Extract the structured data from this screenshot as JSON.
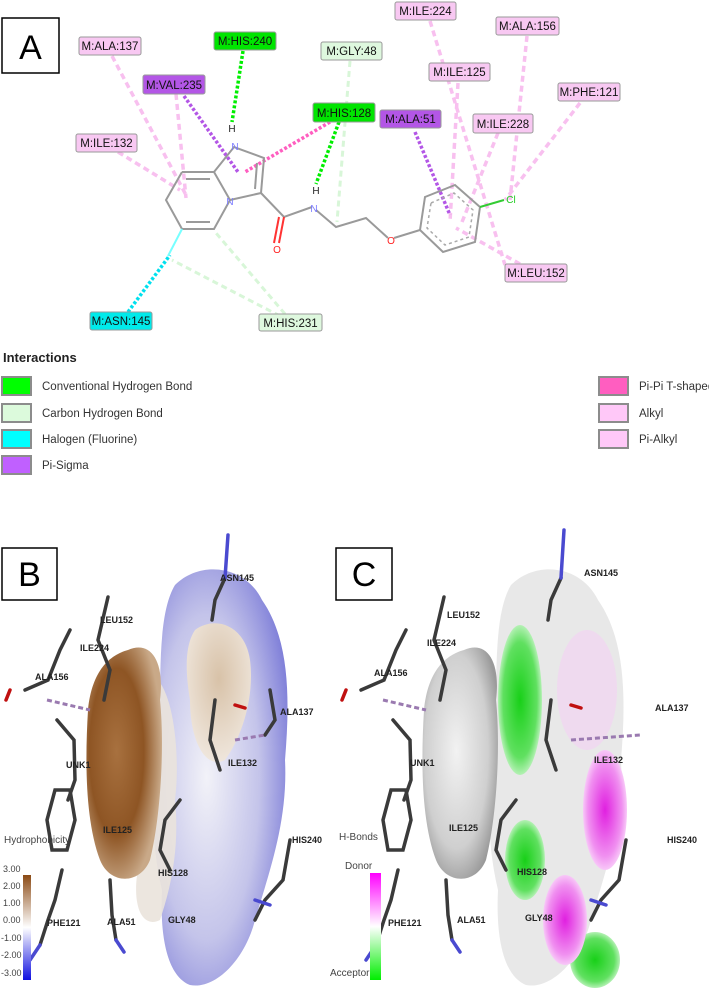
{
  "panel_a": {
    "letter": "A",
    "residues": [
      "M:ALA:137",
      "M:HIS:240",
      "M:GLY:48",
      "M:ILE:224",
      "M:ALA:156",
      "M:VAL:235",
      "M:ILE:125",
      "M:PHE:121",
      "M:HIS:128",
      "M:ALA:51",
      "M:ILE:228",
      "M:ILE:132",
      "M:LEU:152",
      "M:ASN:145",
      "M:HIS:231"
    ],
    "atoms": {
      "n1": "N",
      "n2": "N",
      "n3": "N",
      "h1": "H",
      "h2": "H",
      "o1": "O",
      "o2": "O",
      "cl": "Cl"
    }
  },
  "legend": {
    "title": "Interactions",
    "items": [
      {
        "label": "Conventional Hydrogen Bond",
        "color": "#00ff00"
      },
      {
        "label": "Carbon Hydrogen Bond",
        "color": "#dcfadc"
      },
      {
        "label": "Halogen (Fluorine)",
        "color": "#00ffff"
      },
      {
        "label": "Pi-Sigma",
        "color": "#c060ff"
      },
      {
        "label": "Pi-Pi T-shaped",
        "color": "#ff5ec0"
      },
      {
        "label": "Alkyl",
        "color": "#ffc8f8"
      },
      {
        "label": "Pi-Alkyl",
        "color": "#ffc8f8"
      }
    ]
  },
  "panel_b": {
    "letter": "B",
    "residues": [
      "ASN145",
      "LEU152",
      "ILE224",
      "ALA156",
      "ALA137",
      "ILE132",
      "UNK1",
      "ILE125",
      "HIS240",
      "HIS128",
      "GLY48",
      "ALA51",
      "PHE121"
    ],
    "scale_title": "Hydrophobicity",
    "ticks": [
      "3.00",
      "2.00",
      "1.00",
      "0.00",
      "-1.00",
      "-2.00",
      "-3.00"
    ],
    "scale_colors": [
      "#8b4a14",
      "#ffffff",
      "#1010e0"
    ]
  },
  "panel_c": {
    "letter": "C",
    "residues": [
      "ASN145",
      "LEU152",
      "ILE224",
      "ALA156",
      "ALA137",
      "ILE132",
      "UNK1",
      "ILE125",
      "HIS240",
      "HIS128",
      "GLY48",
      "ALA51",
      "PHE121"
    ],
    "scale_title": "H-Bonds",
    "donor_label": "Donor",
    "acceptor_label": "Acceptor",
    "scale_colors": [
      "#ff00ff",
      "#ffffff",
      "#00ee00"
    ]
  }
}
